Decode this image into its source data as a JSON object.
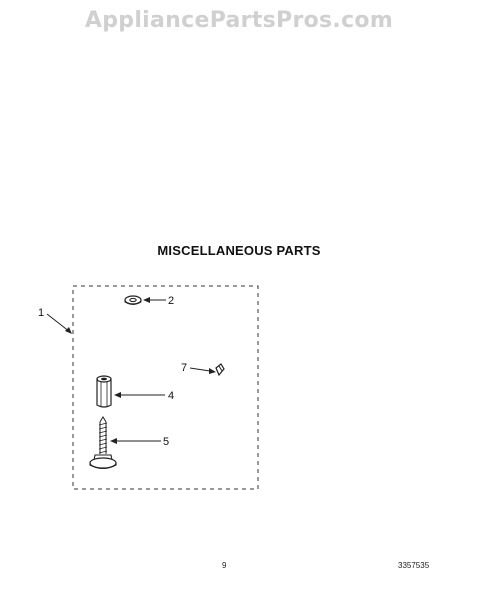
{
  "watermark": "AppliancePartsPros.com",
  "section_title": "MISCELLANEOUS PARTS",
  "callouts": {
    "kit": "1",
    "washer": "2",
    "coupling_nut": "4",
    "screw": "5",
    "clip": "7"
  },
  "footer": {
    "page_number": "9",
    "document_number": "3357535"
  }
}
